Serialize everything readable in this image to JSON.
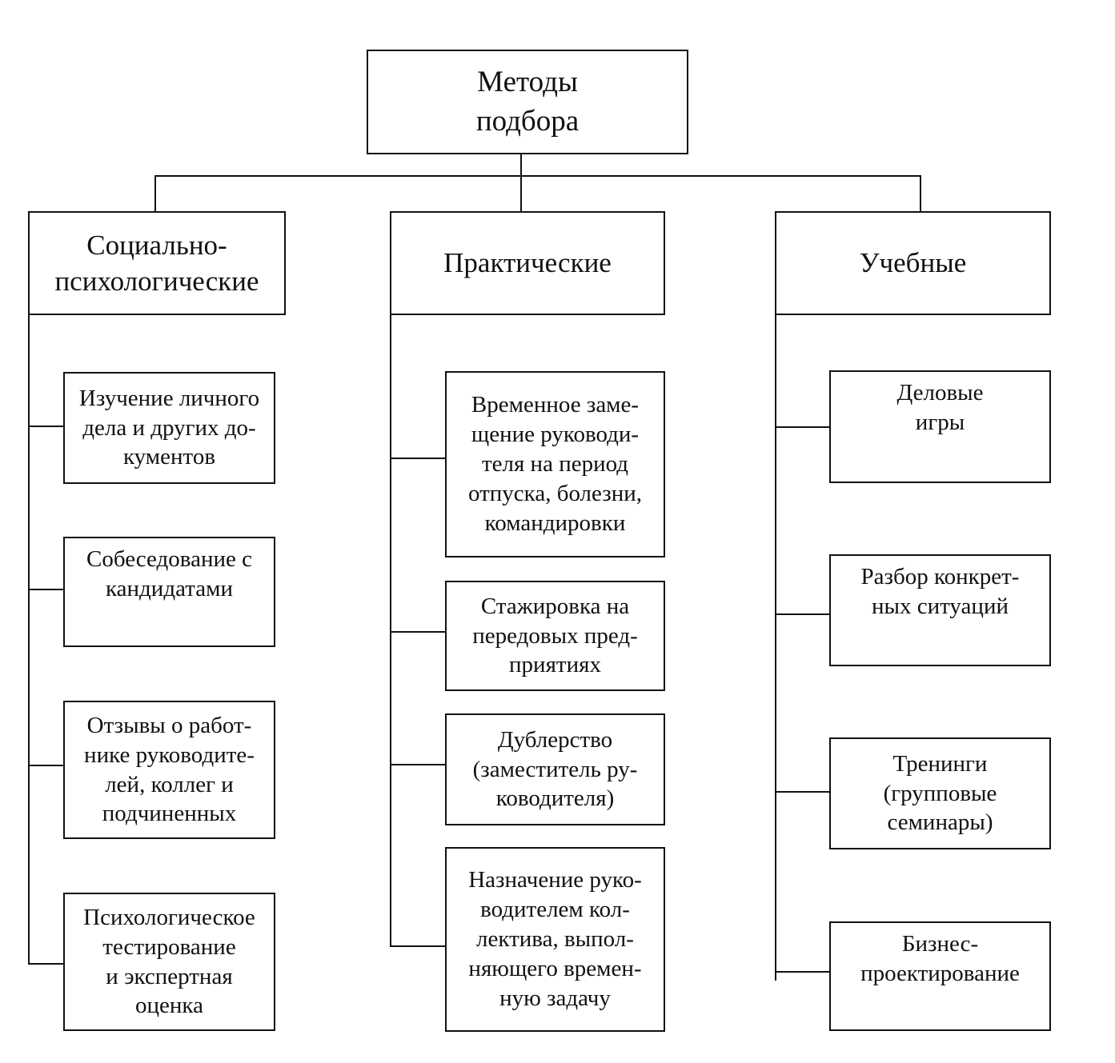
{
  "diagram": {
    "root": {
      "label": "Методы\nподбора"
    },
    "categories": [
      {
        "label": "Социально-\nпсихологические",
        "items": [
          {
            "label": "Изучение личного\nдела и других до-\nкументов"
          },
          {
            "label": "Собеседование с\nкандидатами"
          },
          {
            "label": "Отзывы о работ-\nнике руководите-\nлей, коллег и\nподчиненных"
          },
          {
            "label": "Психологическое\nтестирование\nи экспертная\nоценка"
          }
        ]
      },
      {
        "label": "Практические",
        "items": [
          {
            "label": "Временное заме-\nщение руководи-\nтеля на период\nотпуска, болезни,\nкомандировки"
          },
          {
            "label": "Стажировка на\nпередовых пред-\nприятиях"
          },
          {
            "label": "Дублерство\n(заместитель ру-\nководителя)"
          },
          {
            "label": "Назначение руко-\nводителем кол-\nлектива, выпол-\nняющего времен-\nную задачу"
          }
        ]
      },
      {
        "label": "Учебные",
        "items": [
          {
            "label": "Деловые\nигры"
          },
          {
            "label": "Разбор конкрет-\nных ситуаций"
          },
          {
            "label": "Тренинги\n(групповые\nсеминары)"
          },
          {
            "label": "Бизнес-\nпроектирование"
          }
        ]
      }
    ]
  },
  "colors": {
    "line": "#111111",
    "background": "#ffffff"
  }
}
